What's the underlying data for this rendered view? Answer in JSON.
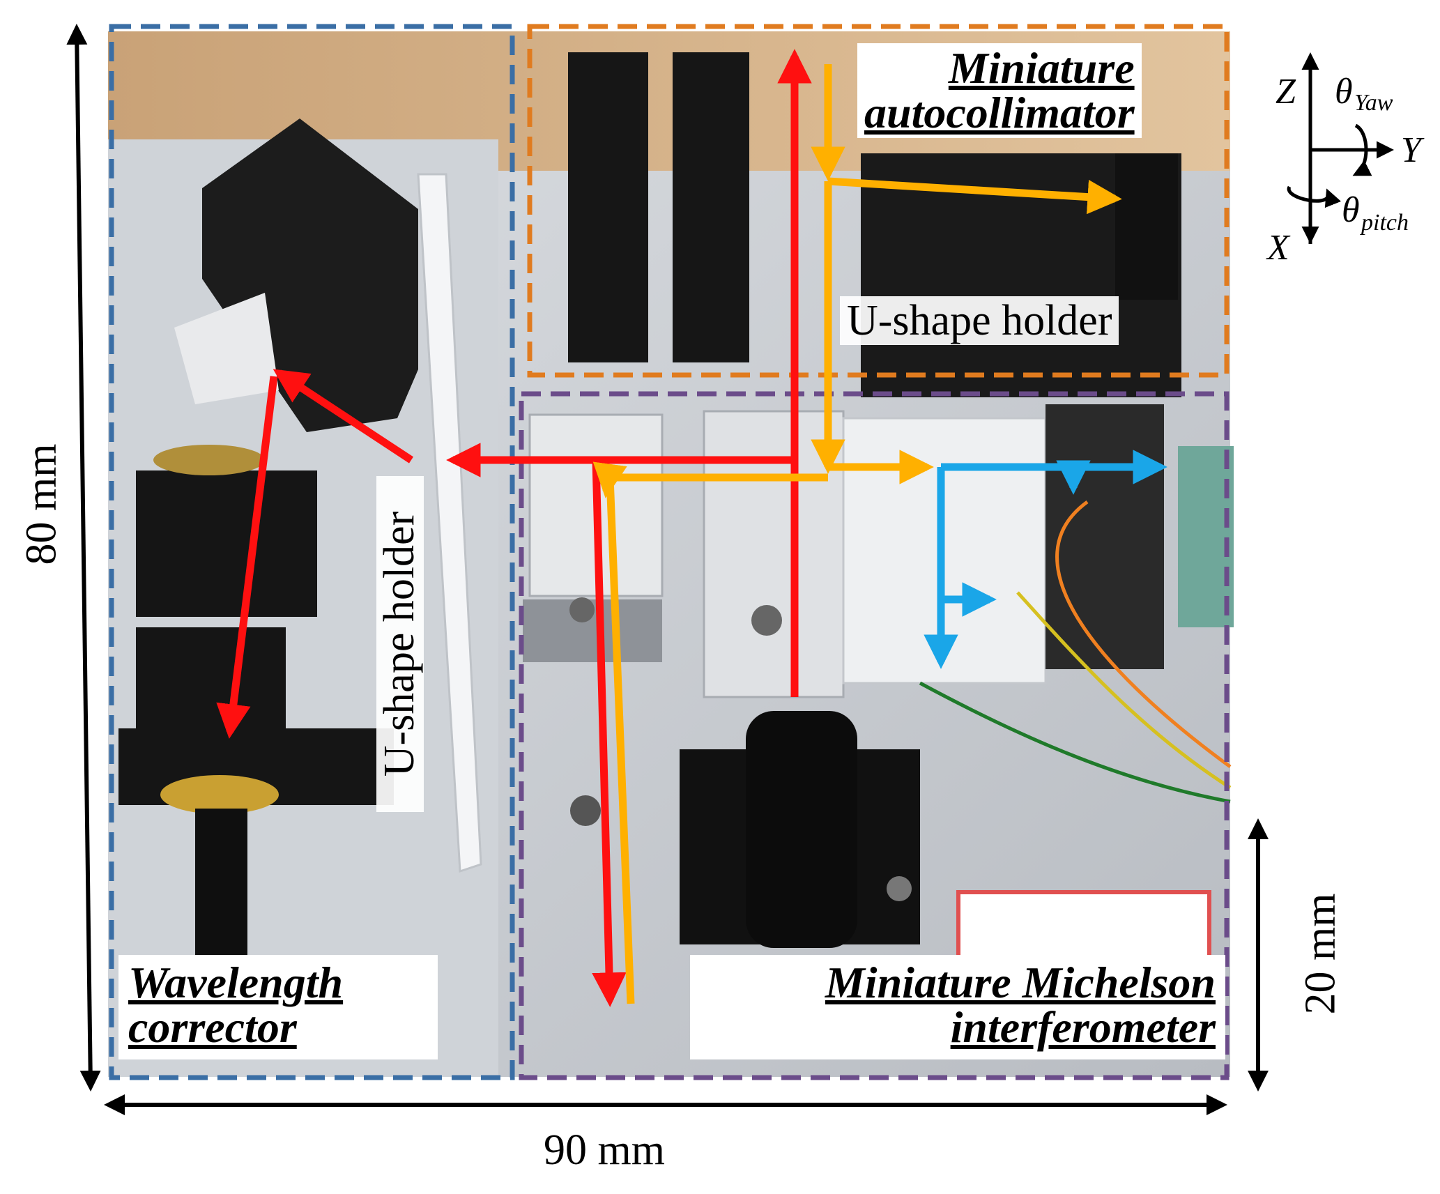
{
  "labels": {
    "autocollimator": [
      "Miniature",
      "autocollimator"
    ],
    "wavelength_corrector": [
      "Wavelength",
      "corrector"
    ],
    "michelson": [
      "Miniature Michelson",
      "interferometer"
    ],
    "u_shape_holder_top": "U-shape holder",
    "u_shape_holder_left": "U-shape holder"
  },
  "dimensions": {
    "height": "80 mm",
    "width": "90 mm",
    "small": "20 mm"
  },
  "axes": {
    "z": "Z",
    "y": "Y",
    "x": "X",
    "theta": "θ",
    "yaw_sub": "Yaw",
    "pitch_sub": "pitch"
  },
  "colors": {
    "box_wavelength": "#3a6ea5",
    "box_autocollimator": "#e07b1f",
    "box_michelson": "#6b4c8a",
    "beam_red": "#ff1010",
    "beam_yellow": "#ffb000",
    "beam_blue": "#1aa6e8"
  }
}
